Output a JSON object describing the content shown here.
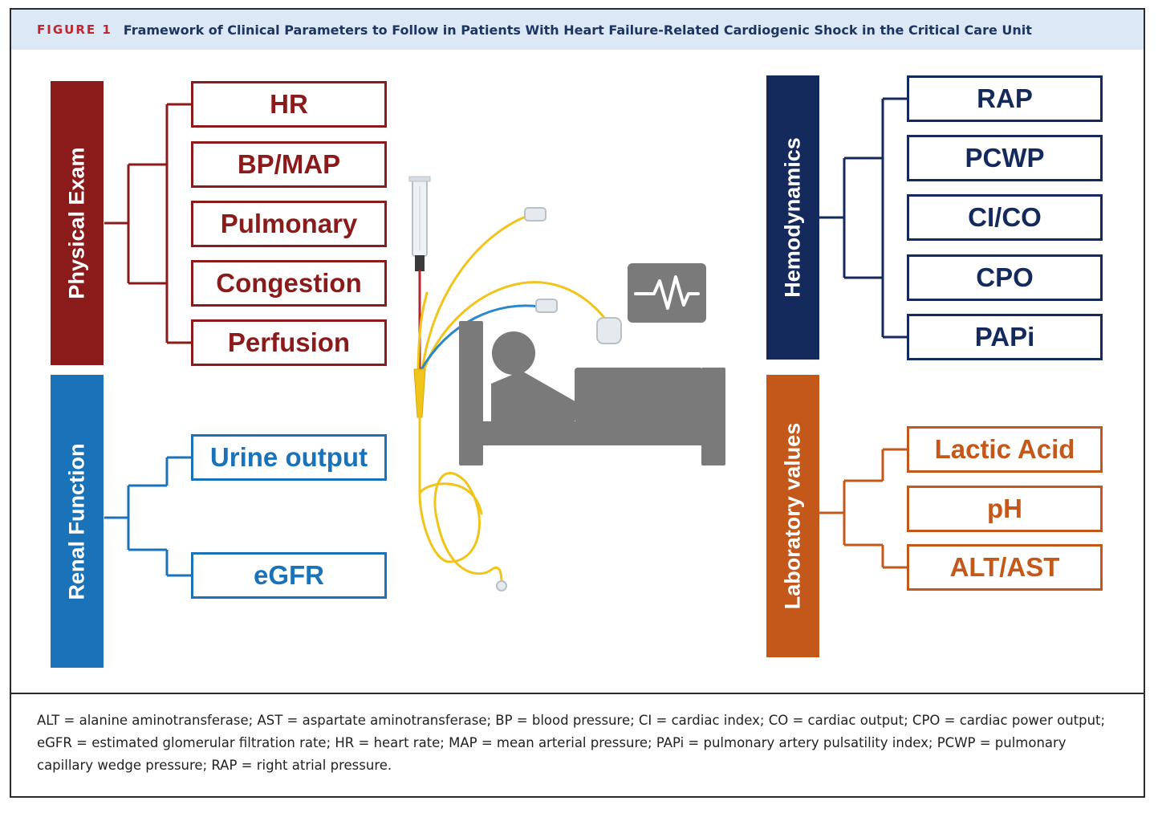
{
  "header": {
    "figure_label": "FIGURE 1",
    "title": "Framework of Clinical Parameters to Follow in Patients With Heart Failure-Related Cardiogenic Shock in the Critical Care Unit"
  },
  "groups": {
    "physical_exam": {
      "label": "Physical Exam",
      "color": "#8b1a1a",
      "items": [
        "HR",
        "BP/MAP",
        "Pulmonary",
        "Congestion",
        "Perfusion"
      ]
    },
    "renal_function": {
      "label": "Renal Function",
      "color": "#1a73b8",
      "items": [
        "Urine output",
        "eGFR"
      ]
    },
    "hemodynamics": {
      "label": "Hemodynamics",
      "color": "#142a5c",
      "items": [
        "RAP",
        "PCWP",
        "CI/CO",
        "CPO",
        "PAPi"
      ]
    },
    "laboratory_values": {
      "label": "Laboratory values",
      "color": "#c4581a",
      "items": [
        "Lactic Acid",
        "pH",
        "ALT/AST"
      ]
    }
  },
  "icons": [
    "pulmonary-artery-catheter-icon",
    "hospital-bed-patient-icon",
    "heart-monitor-icon"
  ],
  "footnote": "ALT = alanine aminotransferase; AST = aspartate aminotransferase; BP = blood pressure; CI = cardiac index; CO = cardiac output; CPO = cardiac power output; eGFR = estimated glomerular filtration rate; HR = heart rate; MAP = mean arterial pressure; PAPi = pulmonary artery pulsatility index; PCWP = pulmonary capillary wedge pressure; RAP = right atrial pressure."
}
